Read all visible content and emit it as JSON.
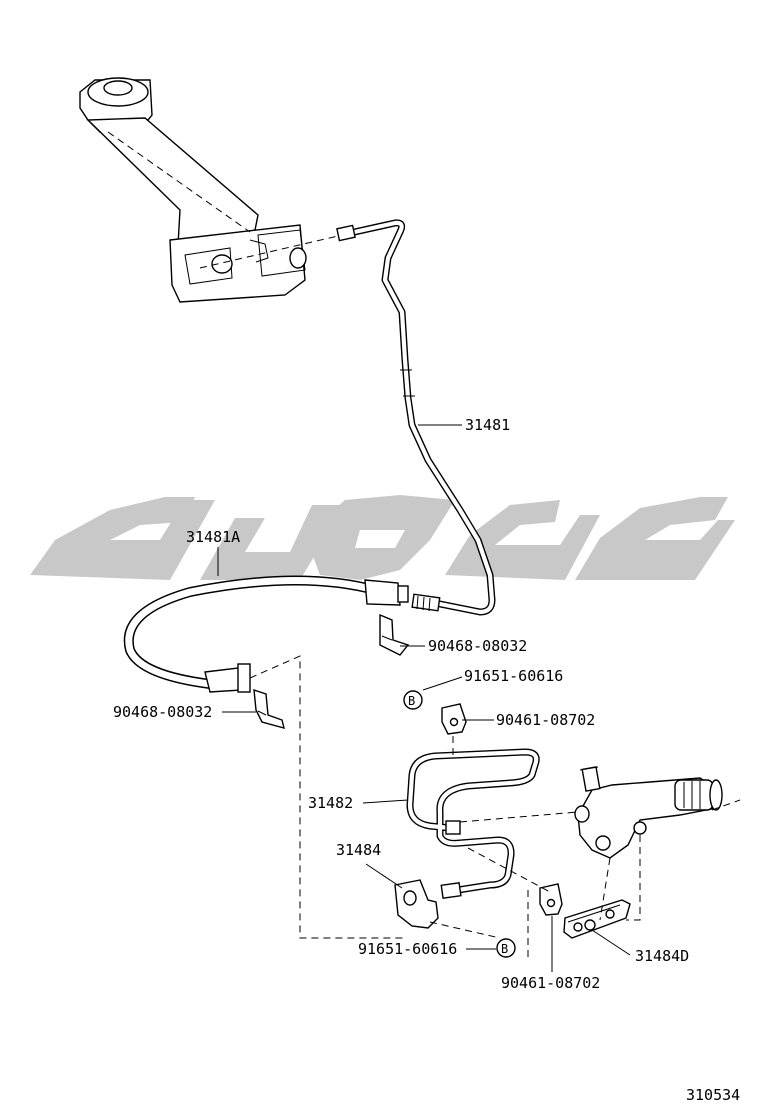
{
  "labels": {
    "l31481": "31481",
    "l31481a": "31481A",
    "l90468_right": "90468-08032",
    "l90468_left": "90468-08032",
    "l91651_top": "91651-60616",
    "l90461_top": "90461-08702",
    "l31482": "31482",
    "l31484": "31484",
    "l91651_bottom": "91651-60616",
    "l90461_bottom": "90461-08702",
    "l31484d": "31484D",
    "figure_number": "310534"
  },
  "callouts": {
    "b_top": "B",
    "b_bottom": "B"
  },
  "colors": {
    "line": "#000000",
    "watermark": "#c8c8c8",
    "background": "#ffffff"
  }
}
